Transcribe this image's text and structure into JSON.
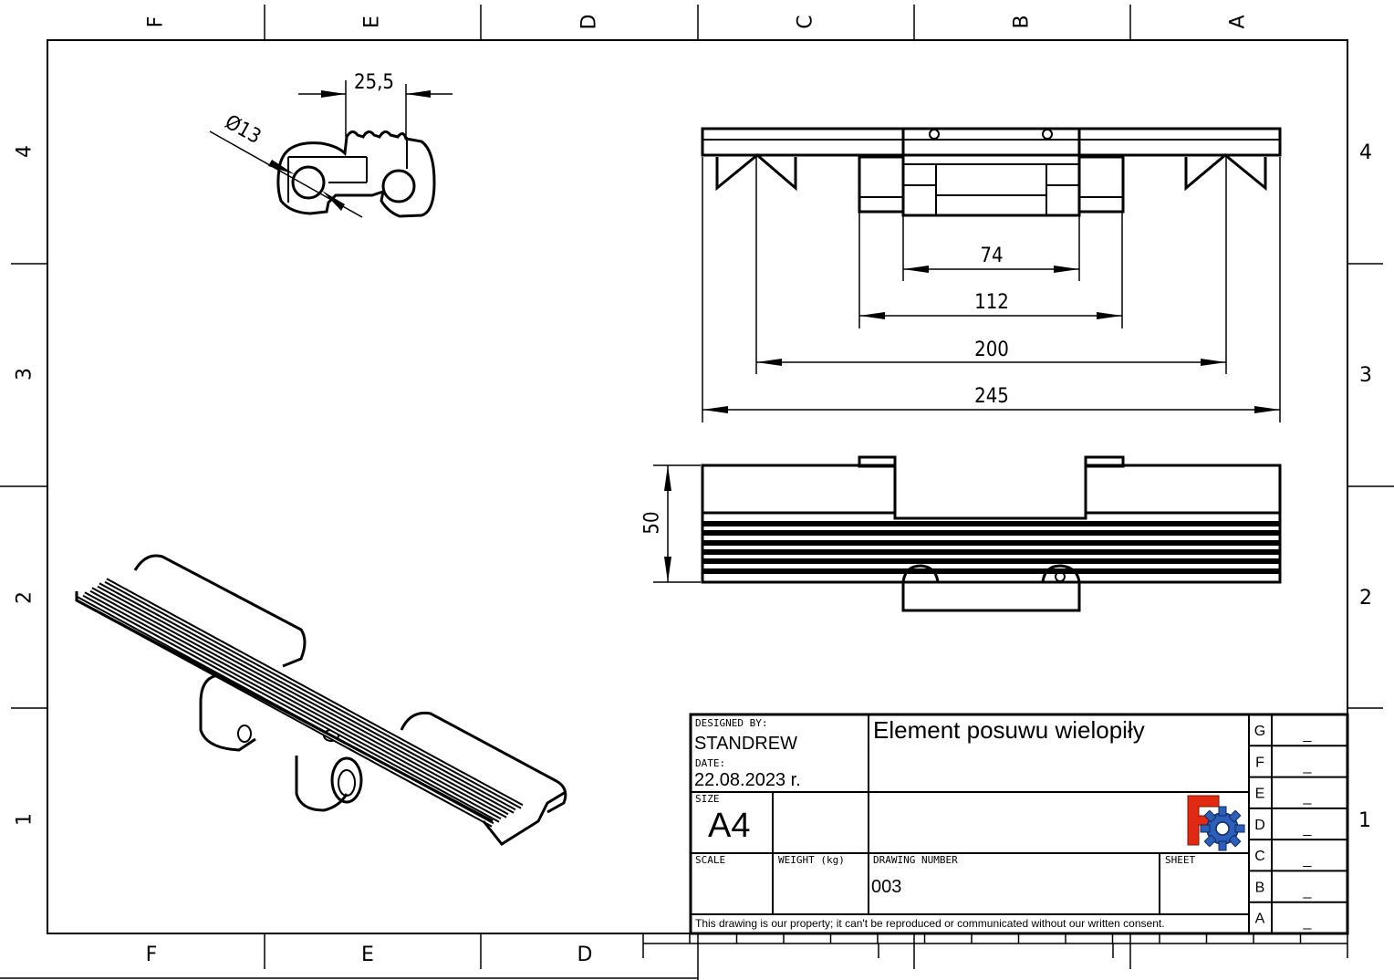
{
  "zones": {
    "columns": [
      "F",
      "E",
      "D",
      "C",
      "B",
      "A"
    ],
    "rows": [
      "4",
      "3",
      "2",
      "1"
    ]
  },
  "dimensions": {
    "slot_width": "25,5",
    "hole_diameter": "Ø13",
    "inner_spacing": "74",
    "support_spacing": "112",
    "tooth_spacing": "200",
    "overall_length": "245",
    "height": "50"
  },
  "title_block": {
    "designed_by_label": "DESIGNED BY:",
    "designed_by": "STANDREW",
    "date_label": "DATE:",
    "date": "22.08.2023 r.",
    "size_label": "SIZE",
    "size": "A4",
    "scale_label": "SCALE",
    "weight_label": "WEIGHT (kg)",
    "drawing_number_label": "DRAWING NUMBER",
    "drawing_number": "003",
    "sheet_label": "SHEET",
    "title": "Element posuwu wielopiły",
    "notice": "This drawing is our property; it can't be reproduced or communicated without our written consent.",
    "revisions": [
      {
        "letter": "G",
        "value": "_"
      },
      {
        "letter": "F",
        "value": "_"
      },
      {
        "letter": "E",
        "value": "_"
      },
      {
        "letter": "D",
        "value": "_"
      },
      {
        "letter": "C",
        "value": "_"
      },
      {
        "letter": "B",
        "value": "_"
      },
      {
        "letter": "A",
        "value": "_"
      }
    ],
    "logo": "freecad-logo"
  }
}
